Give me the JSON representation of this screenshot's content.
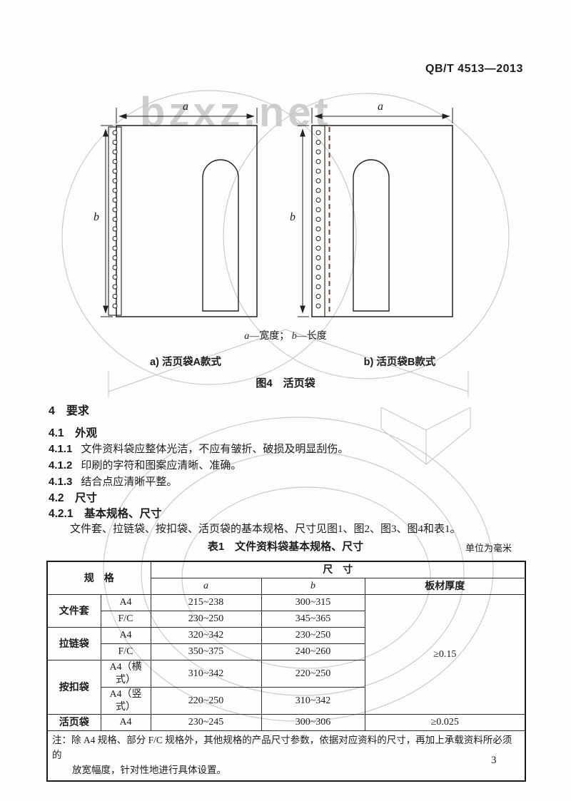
{
  "doc": {
    "standard_code": "QB/T 4513—2013",
    "page_number": "3",
    "watermark": "bzxz.net"
  },
  "figure": {
    "dim_a": "a",
    "dim_b": "b",
    "caption": {
      "a": "a",
      "a_rest": "—宽度；",
      "b": "b",
      "b_rest": "—长度"
    },
    "variant_a": "a) 活页袋A款式",
    "variant_b": "b) 活页袋B款式",
    "title": "图4　活页袋"
  },
  "content": {
    "section_4": "4　要求",
    "section_4_1": "4.1　外观",
    "clause_4_1_1_num": "4.1.1",
    "clause_4_1_1_text": "文件资料袋应整体光洁，不应有皱折、破损及明显刮伤。",
    "clause_4_1_2_num": "4.1.2",
    "clause_4_1_2_text": "印刷的字符和图案应清晰、准确。",
    "clause_4_1_3_num": "4.1.3",
    "clause_4_1_3_text": "结合点应清晰平整。",
    "section_4_2": "4.2　尺寸",
    "section_4_2_1": "4.2.1　基本规格、尺寸",
    "intro_para": "文件套、拉链袋、按扣袋、活页袋的基本规格、尺寸见图1、图2、图3、图4和表1。"
  },
  "table": {
    "title": "表1　文件资料袋基本规格、尺寸",
    "unit_note": "单位为毫米",
    "header_spec": "规　格",
    "header_size": "尺　寸",
    "header_a": "a",
    "header_b": "b",
    "header_thickness": "板材厚度",
    "rows": [
      {
        "category": "文件套",
        "spec": "A4",
        "a": "215~238",
        "b": "300~315"
      },
      {
        "spec": "F/C",
        "a": "230~250",
        "b": "345~365"
      },
      {
        "category": "拉链袋",
        "spec": "A4",
        "a": "320~342",
        "b": "230~250"
      },
      {
        "spec": "F/C",
        "a": "350~375",
        "b": "240~260"
      },
      {
        "category": "按扣袋",
        "spec": "A4（横式）",
        "a": "310~342",
        "b": "220~250"
      },
      {
        "spec": "A4（竖式）",
        "a": "220~250",
        "b": "310~342"
      },
      {
        "category": "活页袋",
        "spec": "A4",
        "a": "230~245",
        "b": "300~306"
      }
    ],
    "thickness_main": "≥0.15",
    "thickness_last": "≥0.025",
    "note_line1": "注：除 A4 规格、部分 F/C 规格外，其他规格的产品尺寸参数，依据对应资料的尺寸，再加上承载资料所必须的",
    "note_line2": "放宽幅度，针对性地进行具体设置。"
  }
}
